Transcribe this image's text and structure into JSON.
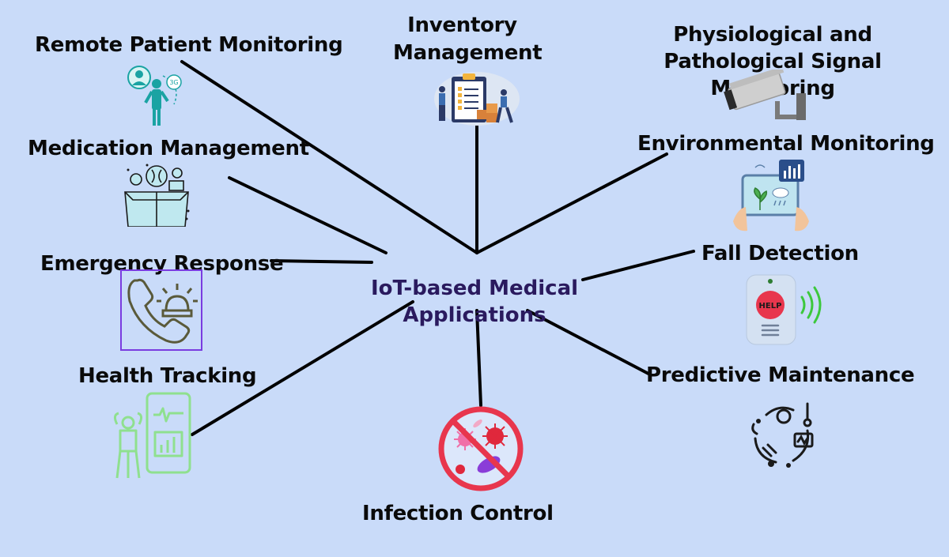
{
  "diagram": {
    "center": "IoT-based Medical Applications",
    "nodes": [
      {
        "id": "remote",
        "label": "Remote Patient Monitoring",
        "icon": "remote-monitoring-icon"
      },
      {
        "id": "inventory",
        "label": "Inventory Management",
        "icon": "inventory-checklist-icon"
      },
      {
        "id": "signal",
        "label": "Physiological and Pathological Signal Monitoring",
        "icon": "cctv-camera-icon"
      },
      {
        "id": "medication",
        "label": "Medication Management",
        "icon": "brain-box-icon"
      },
      {
        "id": "environment",
        "label": "Environmental Monitoring",
        "icon": "tablet-plant-icon"
      },
      {
        "id": "emergency",
        "label": "Emergency Response",
        "icon": "phone-alarm-icon"
      },
      {
        "id": "fall",
        "label": "Fall Detection",
        "icon": "help-button-icon"
      },
      {
        "id": "health",
        "label": "Health Tracking",
        "icon": "fitness-phone-icon"
      },
      {
        "id": "predictive",
        "label": "Predictive Maintenance",
        "icon": "gear-cycle-icon"
      },
      {
        "id": "infection",
        "label": "Infection Control",
        "icon": "no-germs-icon"
      }
    ]
  },
  "icon_text": {
    "help": "HELP",
    "sync": "3G"
  },
  "colors": {
    "background": "#c9dbf9",
    "connector": "#000000",
    "center_text": "#2a1a5e",
    "teal_icon": "#1aa3a3",
    "green_icon": "#8fe08f",
    "red_icon": "#e8364d"
  }
}
